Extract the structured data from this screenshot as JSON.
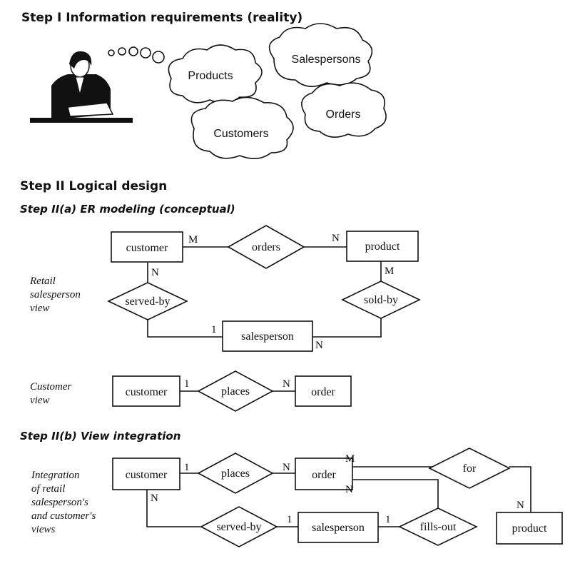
{
  "step1": {
    "title": "Step I  Information requirements (reality)",
    "clouds": [
      "Products",
      "Salespersons",
      "Orders",
      "Customers"
    ]
  },
  "step2": {
    "title": "Step II  Logical design",
    "sub_a": "Step II(a)  ER modeling (conceptual)",
    "sub_b": "Step II(b)  View integration"
  },
  "retail_view": {
    "side_label": [
      "Retail",
      "salesperson",
      "view"
    ],
    "entities": {
      "customer": "customer",
      "product": "product",
      "salesperson": "salesperson"
    },
    "relationships": {
      "orders": "orders",
      "served_by": "served-by",
      "sold_by": "sold-by"
    },
    "cardinalities": {
      "cust_orders": "M",
      "orders_prod": "N",
      "cust_served": "N",
      "served_sp": "1",
      "prod_sold": "M",
      "sold_sp": "N"
    }
  },
  "customer_view": {
    "side_label": [
      "Customer",
      "view"
    ],
    "entities": {
      "customer": "customer",
      "order": "order"
    },
    "relationships": {
      "places": "places"
    },
    "cardinalities": {
      "cust_places": "1",
      "places_order": "N"
    }
  },
  "integration_view": {
    "side_label": [
      "Integration",
      "of retail",
      "salesperson's",
      "and customer's",
      "views"
    ],
    "entities": {
      "customer": "customer",
      "order": "order",
      "salesperson": "salesperson",
      "product": "product"
    },
    "relationships": {
      "places": "places",
      "for": "for",
      "served_by": "served-by",
      "fills_out": "fills-out"
    },
    "cardinalities": {
      "cust_places": "1",
      "places_order": "N",
      "order_for": "M",
      "order_fills": "N",
      "for_prod": "N",
      "cust_served": "N",
      "served_sp": "1",
      "sp_fills": "1"
    }
  }
}
